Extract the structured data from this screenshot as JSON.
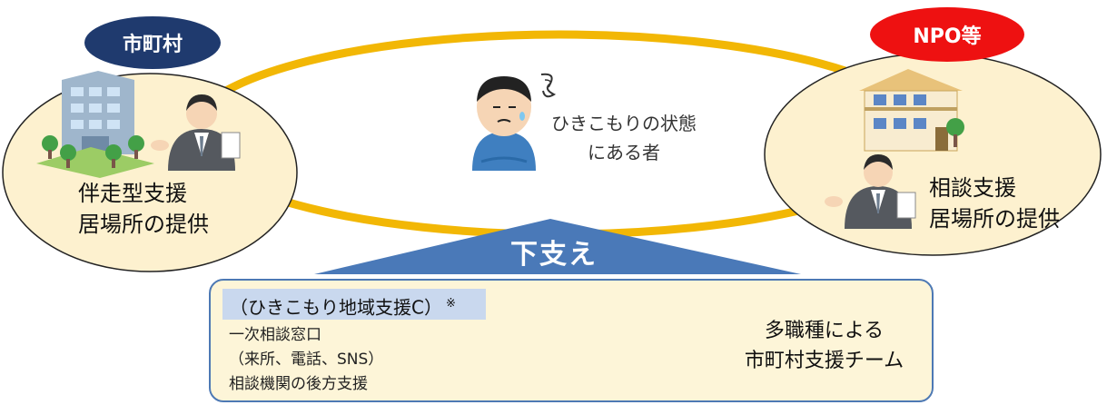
{
  "left_actor": {
    "badge": "市町村",
    "lines": [
      "伴走型支援",
      "居場所の提供"
    ]
  },
  "right_actor": {
    "badge": "NPO等",
    "lines": [
      "相談支援",
      "居場所の提供"
    ]
  },
  "center": {
    "lines": [
      "ひきこもりの状態",
      "にある者"
    ]
  },
  "support": {
    "label": "下支え",
    "center_name": "（ひきこもり地域支援C）",
    "center_note": "※",
    "services": [
      "一次相談窓口",
      "（来所、電話、SNS）",
      "相談機関の後方支援"
    ],
    "team_lines": [
      "多職種による",
      "市町村支援チーム"
    ]
  },
  "colors": {
    "left_badge": "#1f3a6e",
    "right_badge": "#ee1111",
    "ring": "#f2b705",
    "ellipse_fill": "#fdf1cf",
    "pyramid": "#4a79b8",
    "box_fill": "#fdf5d8",
    "tag_fill": "#c9d8ee"
  }
}
